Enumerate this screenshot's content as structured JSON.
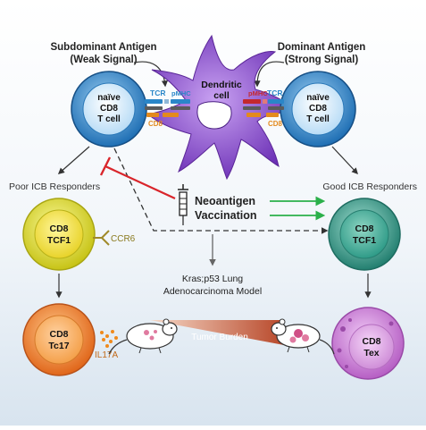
{
  "labels": {
    "subdominant_line1": "Subdominant Antigen",
    "subdominant_line2": "(Weak Signal)",
    "dominant_line1": "Dominant Antigen",
    "dominant_line2": "(Strong Signal)",
    "dendritic_line1": "Dendritic",
    "dendritic_line2": "cell",
    "naive_line1": "naïve",
    "naive_line2": "CD8",
    "naive_line3": "T cell",
    "tcr": "TCR",
    "pmhc": "pMHC",
    "cd8_small": "CD8",
    "poor_responders": "Poor ICB Responders",
    "good_responders": "Good ICB Responders",
    "neoantigen_line1": "Neoantigen",
    "neoantigen_line2": "Vaccination",
    "model_line1": "Kras;p53 Lung",
    "model_line2": "Adenocarcinoma Model",
    "tumor_burden": "Tumor Burden",
    "cd8": "CD8",
    "tcf1": "TCF1",
    "ccr6": "CCR6",
    "tc17": "Tc17",
    "il17a": "IL17A",
    "tex": "Tex"
  },
  "colors": {
    "background_top": "#ffffff",
    "background_bottom": "#d8e4ef",
    "naive_cell": "#1f6fb4",
    "dendritic_cell": "#7b3fc4",
    "tcf1_yellow": "#e7e31a",
    "tcf1_teal": "#2f9b88",
    "tc17_orange": "#f07e1c",
    "tex_purple": "#b65fc4",
    "inhibit_red": "#d9252b",
    "vaccine_green": "#2bb04a",
    "tcr_blue": "#2a86c8",
    "cd8_orange": "#e38a1e",
    "tumor_wedge": "#c45c34"
  },
  "icons": [
    "syringe-icon",
    "mouse-icon",
    "antibody-icon"
  ]
}
